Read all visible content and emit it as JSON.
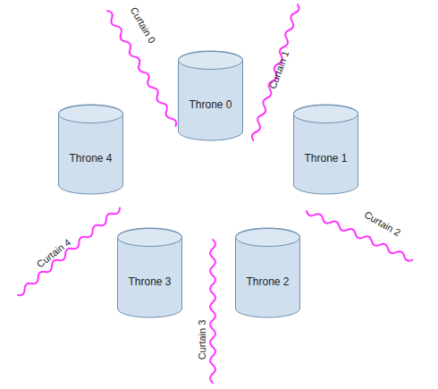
{
  "diagram": {
    "nodes": [
      {
        "text": [
          "Throne 0"
        ]
      },
      {
        "text": [
          "Throne 4"
        ]
      },
      {
        "text": [
          "Throne 1"
        ]
      },
      {
        "text": [
          "Throne 3"
        ]
      },
      {
        "text": [
          "Throne 2"
        ]
      }
    ],
    "labels": [
      "Curtain 0",
      "Curtain 1",
      "Curtain 2",
      "Curtain 3",
      "Curtain 4"
    ]
  }
}
